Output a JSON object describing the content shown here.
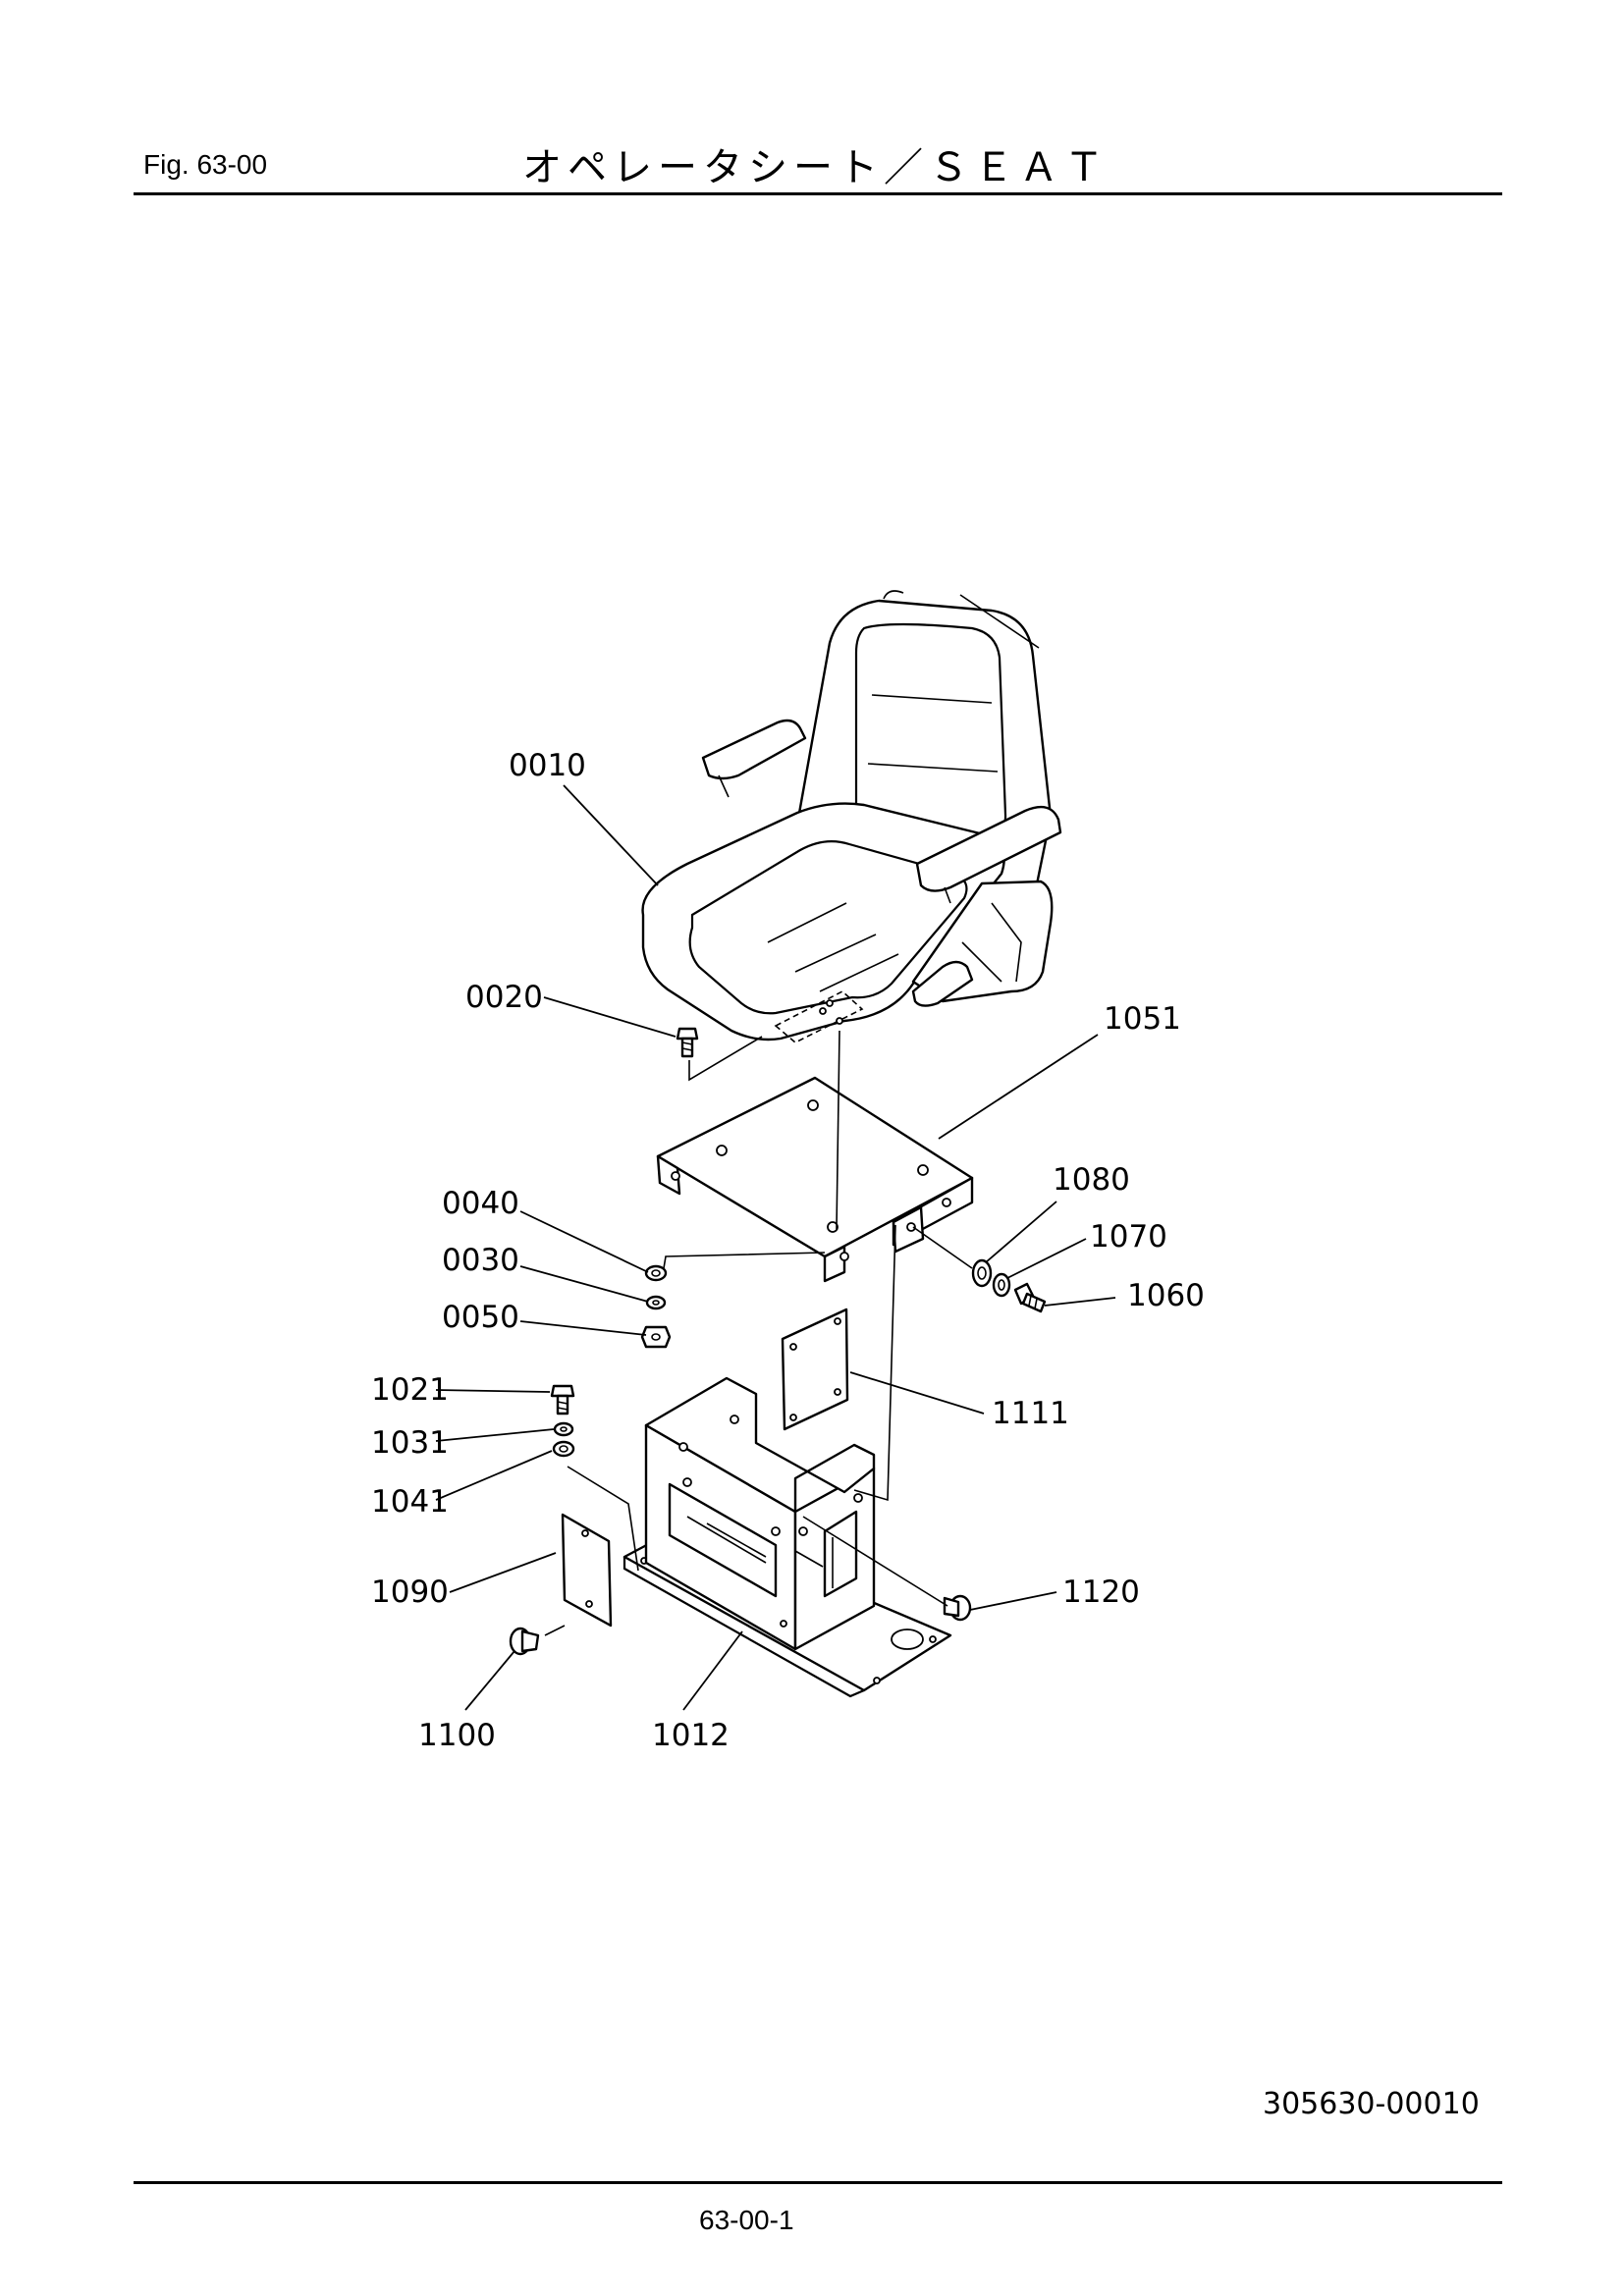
{
  "header": {
    "fig_label": "Fig.  63-00",
    "title": "オペレータシート／ＳＥＡＴ"
  },
  "footer": {
    "drawing_number": "305630-00010",
    "page_number": "63-00-1"
  },
  "callouts": [
    {
      "id": "c0010",
      "text": "0010"
    },
    {
      "id": "c0020",
      "text": "0020"
    },
    {
      "id": "c1051",
      "text": "1051"
    },
    {
      "id": "c0040",
      "text": "0040"
    },
    {
      "id": "c0030",
      "text": "0030"
    },
    {
      "id": "c0050",
      "text": "0050"
    },
    {
      "id": "c1080",
      "text": "1080"
    },
    {
      "id": "c1070",
      "text": "1070"
    },
    {
      "id": "c1060",
      "text": "1060"
    },
    {
      "id": "c1021",
      "text": "1021"
    },
    {
      "id": "c1031",
      "text": "1031"
    },
    {
      "id": "c1041",
      "text": "1041"
    },
    {
      "id": "c1111",
      "text": "1111"
    },
    {
      "id": "c1090",
      "text": "1090"
    },
    {
      "id": "c1120",
      "text": "1120"
    },
    {
      "id": "c1100",
      "text": "1100"
    },
    {
      "id": "c1012",
      "text": "1012"
    }
  ]
}
